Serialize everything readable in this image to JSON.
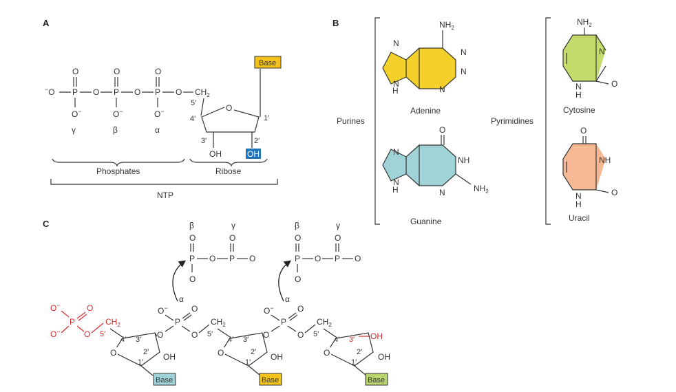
{
  "panels": {
    "a": "A",
    "b": "B",
    "c": "C"
  },
  "colors": {
    "base_a": "#f2c21a",
    "adenine": "#f4d02a",
    "guanine": "#9fd3d8",
    "cytosine": "#c5dc6c",
    "uracil": "#f6b894",
    "oh_box": "#1e74b7",
    "red": "#d32f2f",
    "base_c1": "#9fd3d8",
    "base_c2": "#f4c419",
    "base_c3": "#b9d36e"
  },
  "panel_a": {
    "base": "Base",
    "oh_highlight": "OH",
    "oh": "OH",
    "gamma": "γ",
    "beta": "β",
    "alpha": "α",
    "phosphates": "Phosphates",
    "ribose": "Ribose",
    "ntp": "NTP",
    "p1": "1′",
    "p2": "2′",
    "p3": "3′",
    "p4": "4′",
    "p5": "5′"
  },
  "panel_b": {
    "purines": "Purines",
    "pyrimidines": "Pyrimidines",
    "adenine": "Adenine",
    "guanine": "Guanine",
    "cytosine": "Cytosine",
    "uracil": "Uracil"
  },
  "panel_c": {
    "base": "Base",
    "alpha": "α",
    "beta": "β",
    "gamma": "γ",
    "oh": "OH",
    "p1": "1′",
    "p2": "2′",
    "p3": "3′",
    "p4": "4′",
    "p5": "5′"
  }
}
